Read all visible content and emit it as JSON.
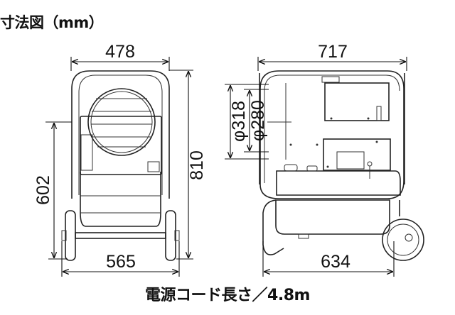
{
  "title": "寸法図（mm）",
  "caption": "電源コード長さ／4.8m",
  "front_view": {
    "width_top": "478",
    "height_total": "810",
    "height_side": "602",
    "width_bottom": "565"
  },
  "side_view": {
    "width_top": "717",
    "width_bottom": "634",
    "outer_diameter": "φ318",
    "inner_diameter": "φ280"
  }
}
